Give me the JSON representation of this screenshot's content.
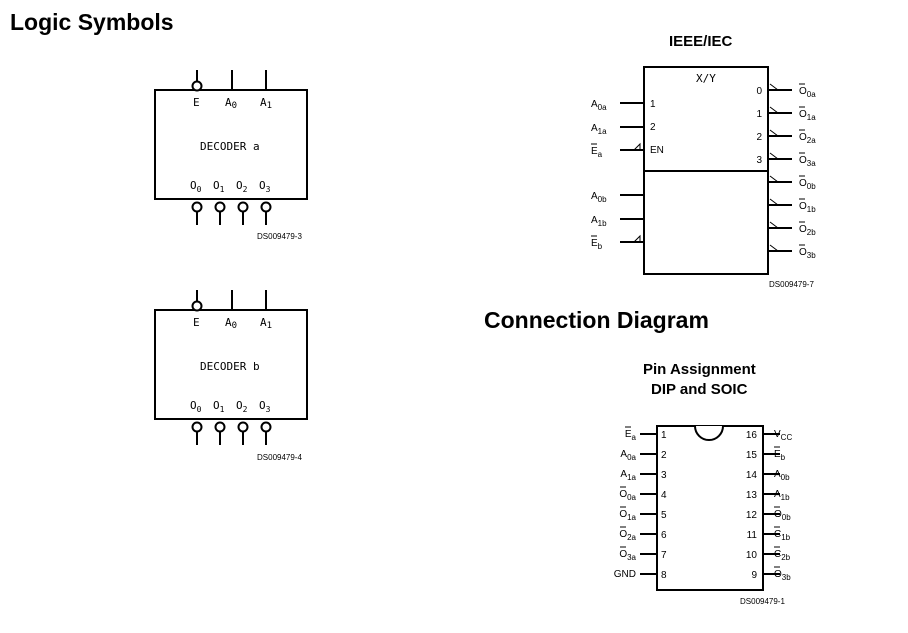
{
  "headings": {
    "logic_symbols": "Logic Symbols",
    "ieee": "IEEE/IEC",
    "connection": "Connection Diagram",
    "pin_assignment_1": "Pin Assignment",
    "pin_assignment_2": "DIP and SOIC"
  },
  "decoder_a": {
    "title": "DECODER a",
    "inputs": {
      "e": "E",
      "a0": "A",
      "a0_sub": "0",
      "a1": "A",
      "a1_sub": "1"
    },
    "outputs": [
      {
        "t": "O",
        "s": "0"
      },
      {
        "t": "O",
        "s": "1"
      },
      {
        "t": "O",
        "s": "2"
      },
      {
        "t": "O",
        "s": "3"
      }
    ],
    "ref": "DS009479-3"
  },
  "decoder_b": {
    "title": "DECODER b",
    "inputs": {
      "e": "E",
      "a0": "A",
      "a0_sub": "0",
      "a1": "A",
      "a1_sub": "1"
    },
    "outputs": [
      {
        "t": "O",
        "s": "0"
      },
      {
        "t": "O",
        "s": "1"
      },
      {
        "t": "O",
        "s": "2"
      },
      {
        "t": "O",
        "s": "3"
      }
    ],
    "ref": "DS009479-4"
  },
  "ieee_symbol": {
    "function": "X/Y",
    "inner_inputs": [
      "1",
      "2",
      "EN"
    ],
    "inner_outputs": [
      "0",
      "1",
      "2",
      "3"
    ],
    "left_pins": [
      {
        "t": "A",
        "s": "0a"
      },
      {
        "t": "A",
        "s": "1a"
      },
      {
        "t": "E",
        "s": "a"
      },
      {
        "t": "A",
        "s": "0b"
      },
      {
        "t": "A",
        "s": "1b"
      },
      {
        "t": "E",
        "s": "b"
      }
    ],
    "right_pins": [
      {
        "t": "O",
        "s": "0a"
      },
      {
        "t": "O",
        "s": "1a"
      },
      {
        "t": "O",
        "s": "2a"
      },
      {
        "t": "O",
        "s": "3a"
      },
      {
        "t": "O",
        "s": "0b"
      },
      {
        "t": "O",
        "s": "1b"
      },
      {
        "t": "O",
        "s": "2b"
      },
      {
        "t": "O",
        "s": "3b"
      }
    ],
    "ref": "DS009479-7"
  },
  "dip": {
    "left": [
      {
        "num": "1",
        "t": "E",
        "s": "a"
      },
      {
        "num": "2",
        "t": "A",
        "s": "0a"
      },
      {
        "num": "3",
        "t": "A",
        "s": "1a"
      },
      {
        "num": "4",
        "t": "O",
        "s": "0a"
      },
      {
        "num": "5",
        "t": "O",
        "s": "1a"
      },
      {
        "num": "6",
        "t": "O",
        "s": "2a"
      },
      {
        "num": "7",
        "t": "O",
        "s": "3a"
      },
      {
        "num": "8",
        "t": "GND",
        "s": ""
      }
    ],
    "right": [
      {
        "num": "16",
        "t": "V",
        "s": "CC"
      },
      {
        "num": "15",
        "t": "E",
        "s": "b"
      },
      {
        "num": "14",
        "t": "A",
        "s": "0b"
      },
      {
        "num": "13",
        "t": "A",
        "s": "1b"
      },
      {
        "num": "12",
        "t": "O",
        "s": "0b"
      },
      {
        "num": "11",
        "t": "C",
        "s": "1b"
      },
      {
        "num": "10",
        "t": "C",
        "s": "2b"
      },
      {
        "num": "9",
        "t": "O",
        "s": "3b"
      }
    ],
    "ref": "DS009479-1"
  }
}
